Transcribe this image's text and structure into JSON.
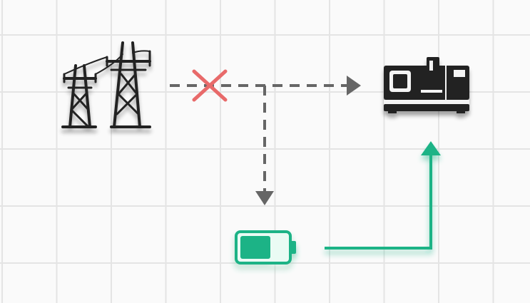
{
  "diagram": {
    "nodes": [
      {
        "id": "grid",
        "icon": "power-tower-icon"
      },
      {
        "id": "machine",
        "icon": "cnc-machine-icon"
      },
      {
        "id": "battery",
        "icon": "battery-icon",
        "charge_level": 0.65
      }
    ],
    "connections": [
      {
        "from": "grid",
        "to": "machine",
        "style": "dashed",
        "status": "disconnected"
      },
      {
        "from": "grid",
        "to": "battery",
        "style": "dashed",
        "status": "charging"
      },
      {
        "from": "battery",
        "to": "machine",
        "style": "solid",
        "status": "active"
      }
    ],
    "colors": {
      "inactive": "#666666",
      "active": "#1db386",
      "fault": "#e86a6a",
      "icon": "#222222",
      "grid_lines": "#e4e4e4"
    }
  }
}
